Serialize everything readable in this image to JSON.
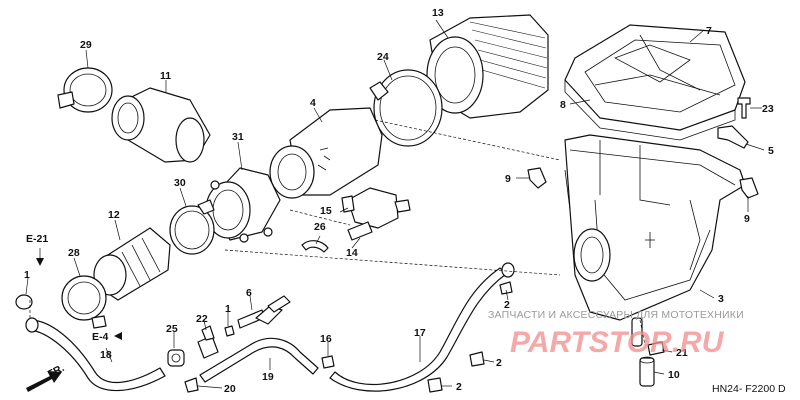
{
  "callouts": {
    "c1a": "1",
    "c1b": "1",
    "c2a": "2",
    "c2b": "2",
    "c2c": "2",
    "c3": "3",
    "c4": "4",
    "c5": "5",
    "c6": "6",
    "c7": "7",
    "c8": "8",
    "c9a": "9",
    "c9b": "9",
    "c10": "10",
    "c11": "11",
    "c12": "12",
    "c13": "13",
    "c14": "14",
    "c15": "15",
    "c16": "16",
    "c17": "17",
    "c18": "18",
    "c19": "19",
    "c20": "20",
    "c21": "21",
    "c22": "22",
    "c23": "23",
    "c24": "24",
    "c25": "25",
    "c26": "26",
    "c28": "28",
    "c29": "29",
    "c30": "30",
    "c31": "31"
  },
  "refs": {
    "e21": "E-21",
    "e4": "E-4",
    "fr": "FR."
  },
  "watermark": {
    "text": "ЗАПЧАСТИ И АКСЕССУАРЫ ДЛЯ МОТОТЕХНИКИ",
    "logo": "PARTSTOR.RU"
  },
  "diagram_code": "HN24- F2200 D"
}
